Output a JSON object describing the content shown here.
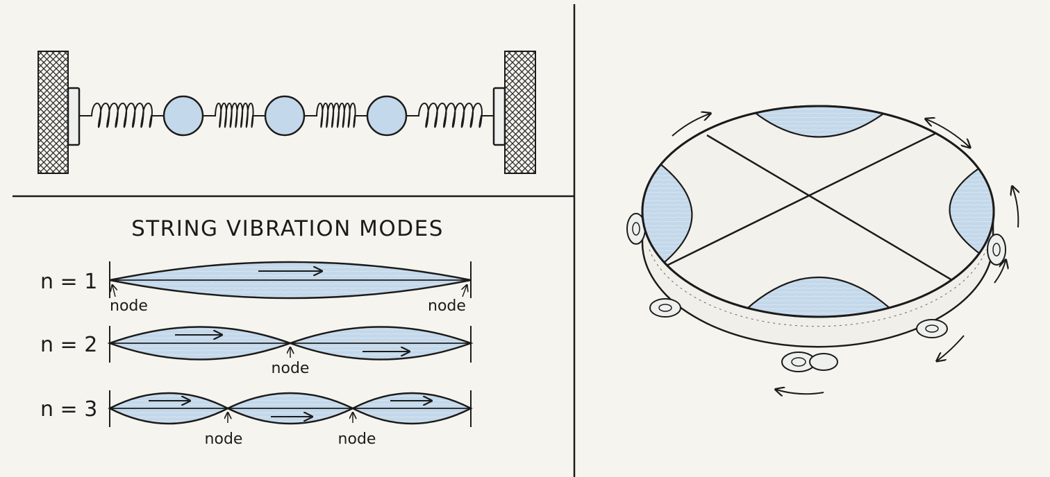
{
  "colors": {
    "paper": "#f6f4ee",
    "ink": "#1b1b1b",
    "fill": "#c3d8ea",
    "hatch": "#2a2a2a"
  },
  "spring_mass_panel": {
    "mass_count": 3,
    "spring_count": 4,
    "walls": "hatched-both-ends"
  },
  "string_modes_panel": {
    "title": "STRING VIBRATION MODES",
    "modes": [
      {
        "label": "n = 1",
        "n": 1,
        "node_labels": [
          "node",
          "node"
        ]
      },
      {
        "label": "n = 2",
        "n": 2,
        "node_labels": [
          "node"
        ]
      },
      {
        "label": "n = 3",
        "n": 3,
        "node_labels": [
          "node",
          "node"
        ]
      }
    ]
  },
  "tambourine_panel": {
    "nodal_lines": 2,
    "jingle_count": 6,
    "motion_arrows": 6
  }
}
